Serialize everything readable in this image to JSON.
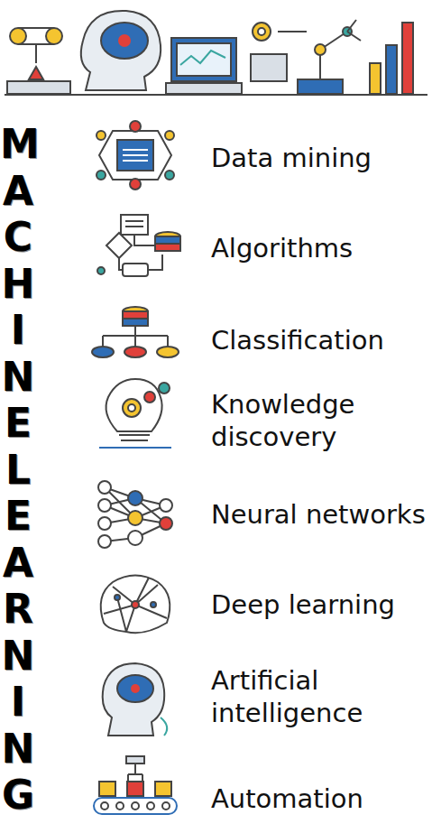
{
  "diagram": {
    "labels": [
      "MACHINE LEARNING",
      "Data mining",
      "Algorithms",
      "Classification",
      "Knowledge discovery",
      "Neural networks",
      "Deep learning",
      "Artificial intelligence",
      "Automation"
    ]
  }
}
